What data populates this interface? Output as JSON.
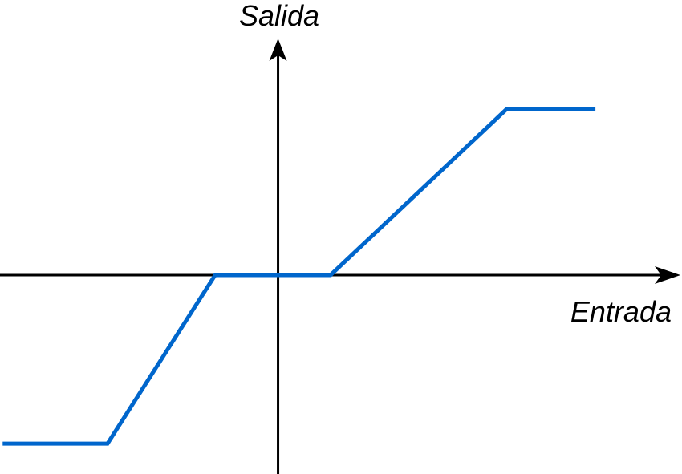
{
  "chart_data": {
    "type": "line",
    "title": "",
    "xlabel": "Entrada",
    "ylabel": "Salida",
    "grid": false,
    "xlim": [
      -5.3,
      7.7
    ],
    "ylim": [
      -3.6,
      4.98
    ],
    "series": [
      {
        "x": [
          -5.25,
          -3.25,
          -1.2,
          1.0,
          4.35,
          6.05
        ],
        "y": [
          -3.05,
          -3.05,
          0.0,
          0.0,
          3.0,
          3.0
        ],
        "color": "#0066cc"
      }
    ]
  },
  "colors": {
    "axis": "#000000",
    "series": "#0066cc"
  }
}
